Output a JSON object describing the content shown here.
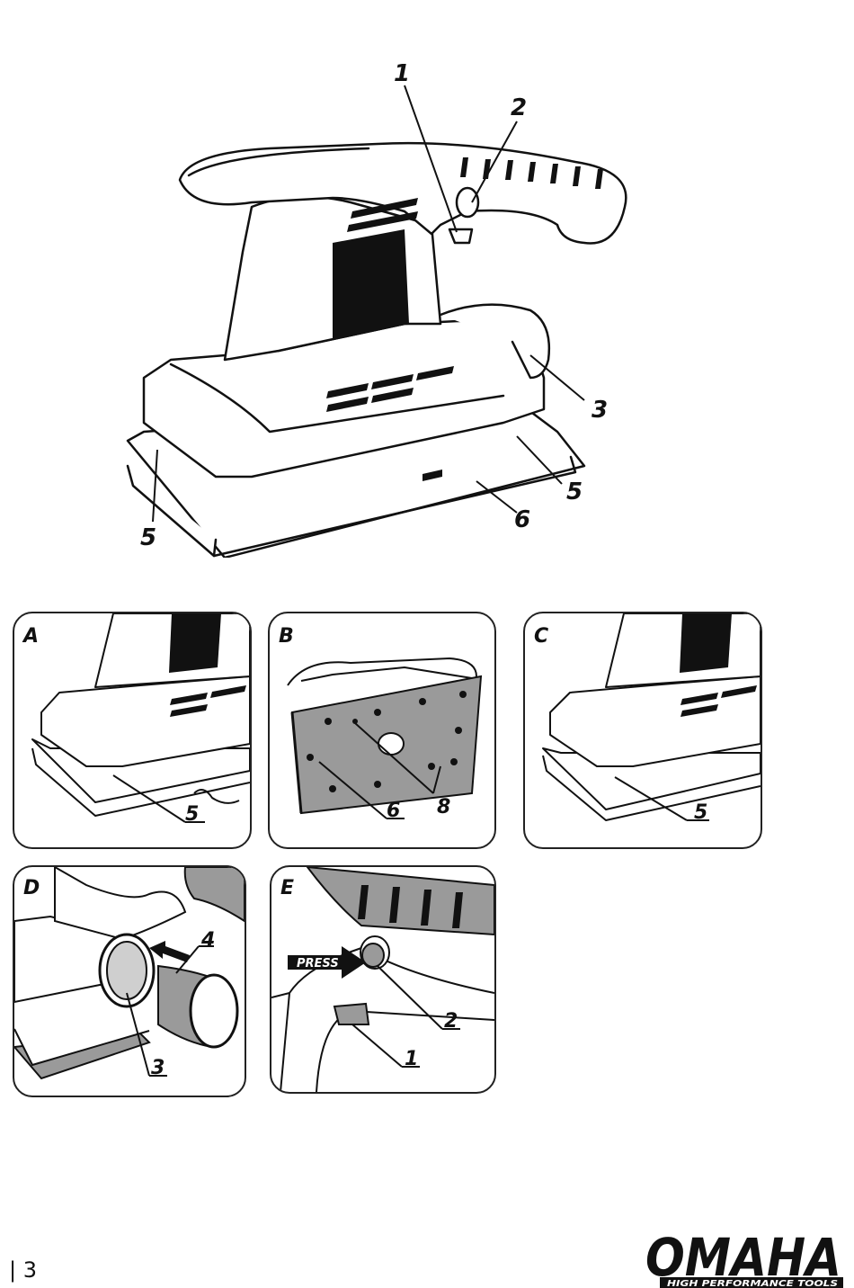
{
  "main_figure": {
    "labels": {
      "switch": "1",
      "lock_button": "2",
      "dust_port": "3",
      "clamp_front": "5",
      "clamp_rear": "5",
      "sanding_pad": "6"
    }
  },
  "panels": [
    {
      "letter": "A",
      "callouts": [
        "5"
      ]
    },
    {
      "letter": "B",
      "callouts": [
        "6",
        "8"
      ]
    },
    {
      "letter": "C",
      "callouts": [
        "5"
      ]
    },
    {
      "letter": "D",
      "callouts": [
        "3",
        "4"
      ]
    },
    {
      "letter": "E",
      "callouts": [
        "2",
        "1"
      ],
      "press_label": "PRESS"
    }
  ],
  "footer": {
    "page_number": "| 3",
    "brand_name": "OMAHA",
    "brand_tagline": "HIGH PERFORMANCE TOOLS"
  },
  "colors": {
    "ink": "#111111",
    "grey_fill": "#9a9a9a",
    "light_grey": "#cfcfcf",
    "dark_fill": "#1a1a1a"
  }
}
